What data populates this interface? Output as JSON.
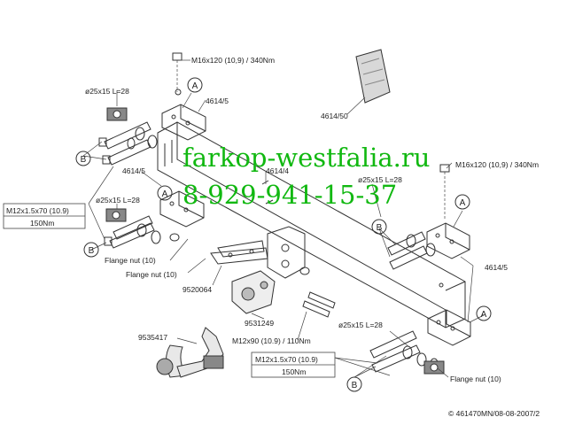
{
  "watermark": {
    "site": "farkop-westfalia.ru",
    "phone": "8-929-941-15-37",
    "color": "#11b811"
  },
  "labels": {
    "bolt_top": "M16x120 (10,9) / 340Nm",
    "bolt_right": "M16x120 (10,9) / 340Nm",
    "sticker": "4614/50",
    "bracket_a_top": "4614/5",
    "bracket_left": "4614/5",
    "center_part": "4614/4",
    "bracket_right": "4614/5",
    "spacer_1": "ø25x15 L=28",
    "spacer_2": "ø25x15 L=28",
    "spacer_3": "ø25x15 L=28",
    "spacer_4": "ø25x15 L=28",
    "bolt_spec_left": "M12x1.5x70 (10.9)",
    "torque_left": "150Nm",
    "flange_1": "Flange nut (10)",
    "flange_2": "Flange nut (10)",
    "flange_3": "Flange nut (10)",
    "part_9520064": "9520064",
    "part_9531249": "9531249",
    "part_9535417": "9535417",
    "bolt_m12x90": "M12x90 (10.9) / 110Nm",
    "bolt_spec_bottom": "M12x1.5x70 (10.9)",
    "torque_bottom": "150Nm",
    "footer": "© 461470MN/08-08-2007/2"
  },
  "callouts": {
    "a": "A",
    "b": "B"
  }
}
